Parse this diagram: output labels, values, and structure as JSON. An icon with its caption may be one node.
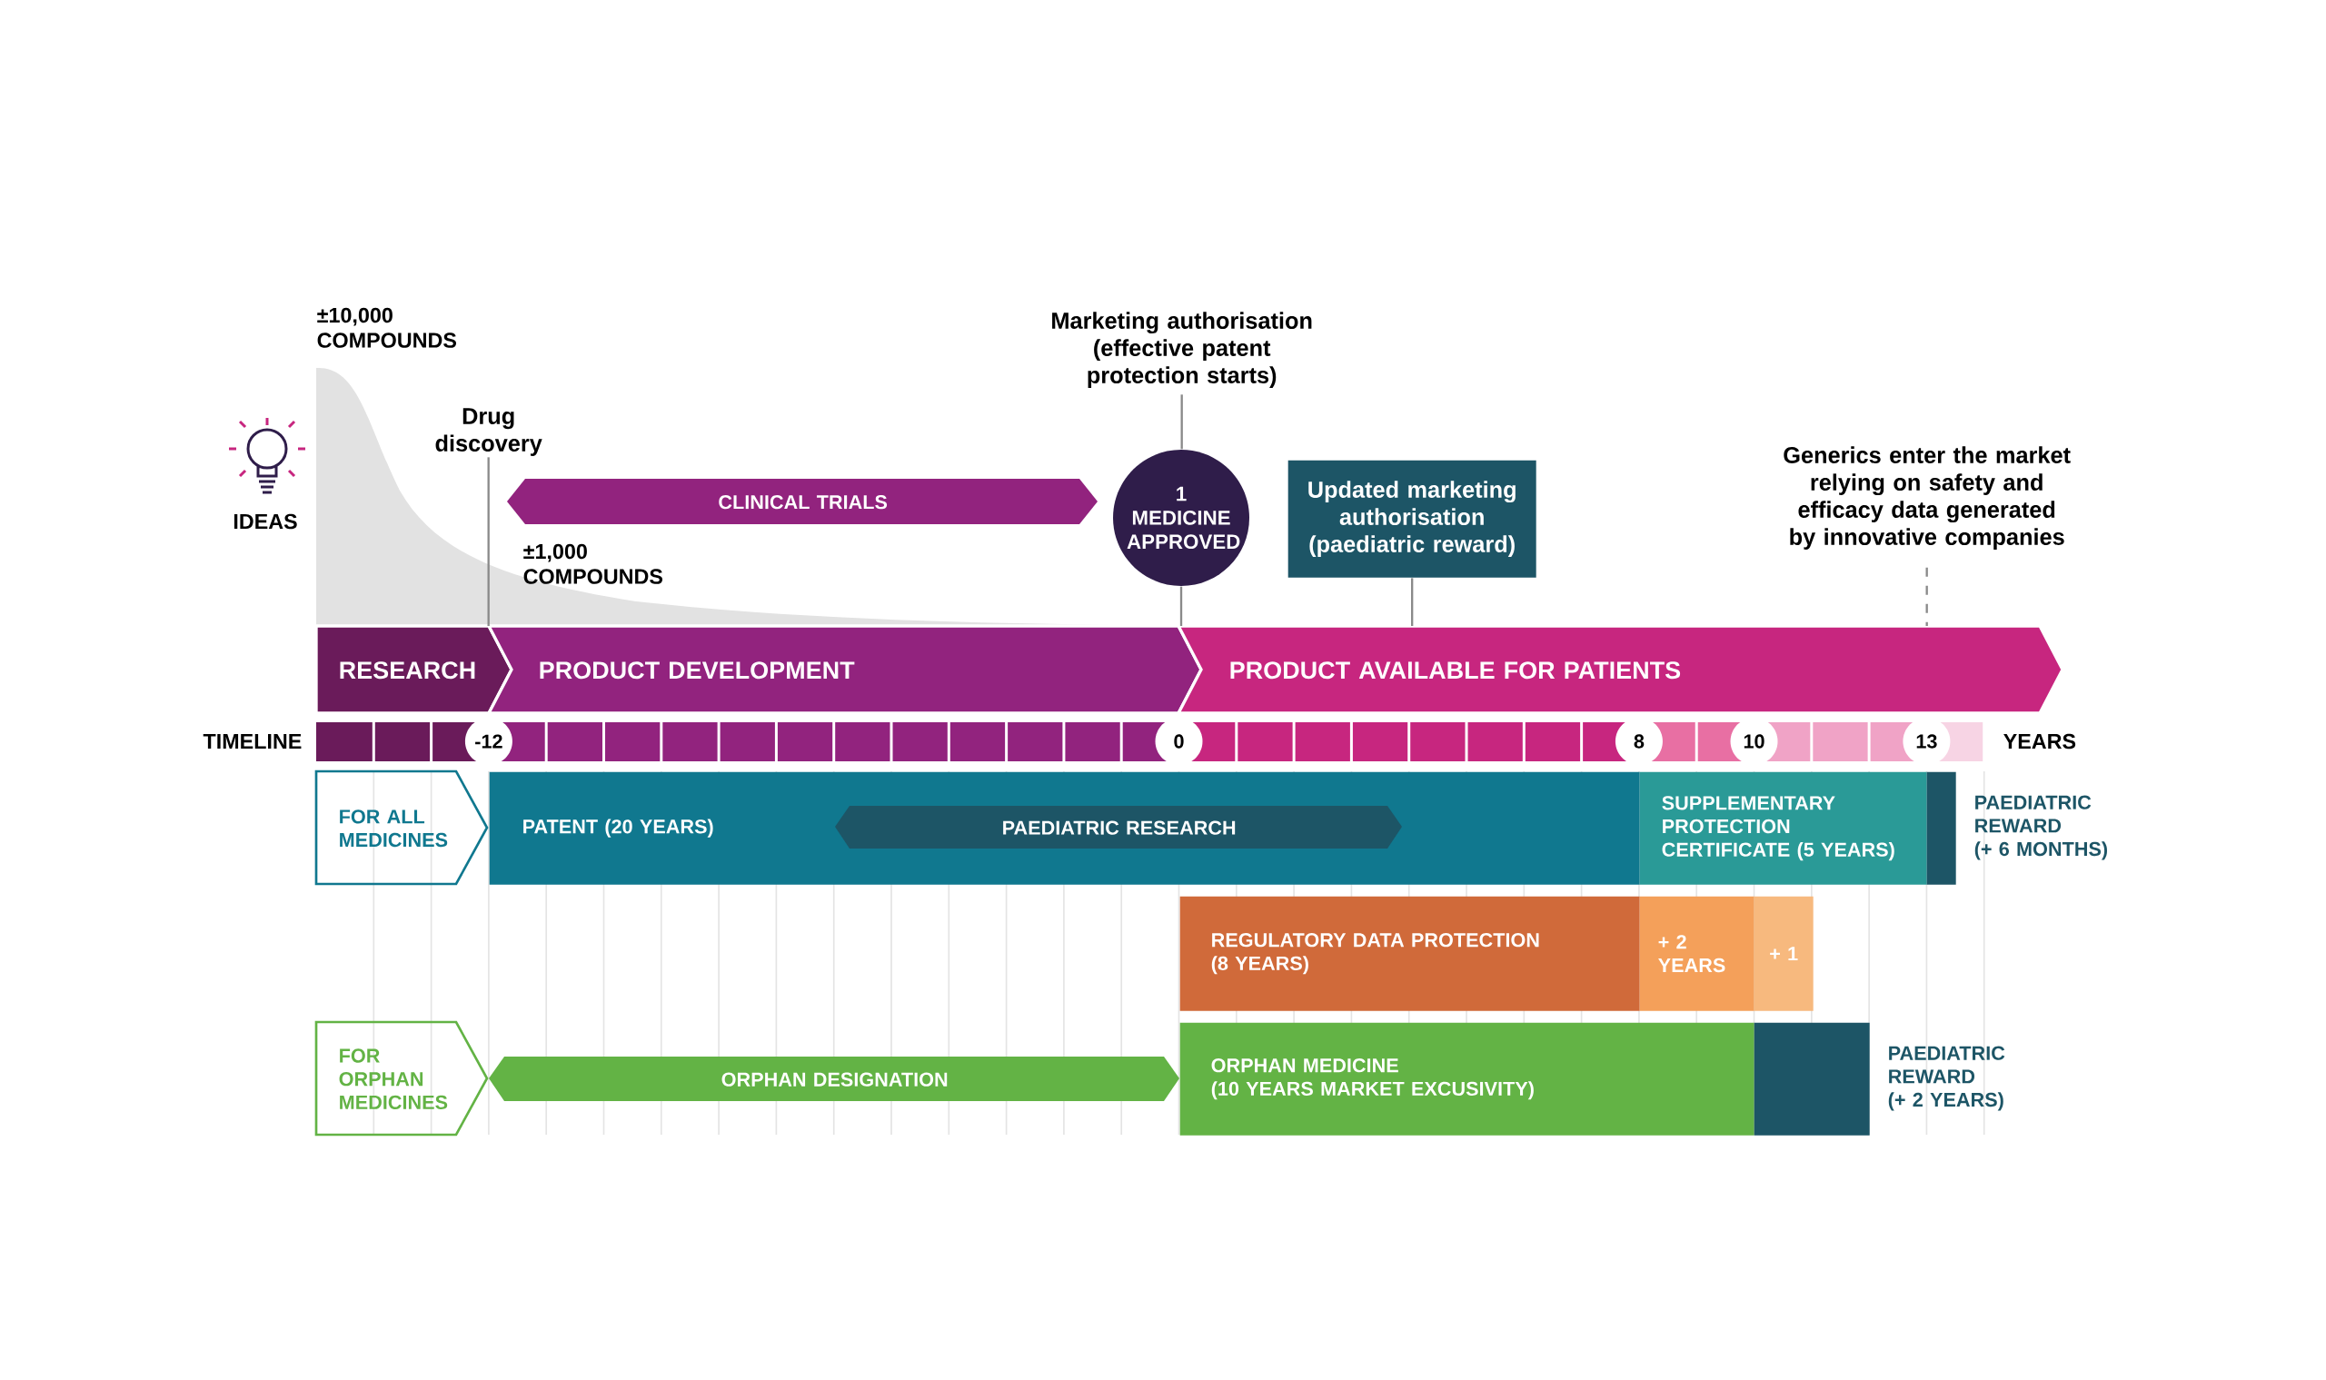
{
  "diagram": {
    "nodes": [
      {
        "text": [
          "Drug discovery"
        ]
      },
      {
        "text": [
          "Marketing authorisation (effective patent protection starts)"
        ]
      },
      {
        "text": [
          "CLINICAL TRIALS"
        ]
      },
      {
        "text": [
          "1 MEDICINE APPROVED"
        ]
      },
      {
        "text": [
          "Updated marketing authorisation (paediatric reward)"
        ]
      },
      {
        "text": [
          "Generics enter the market relying on safety and efficacy data generated by innovative companies"
        ]
      },
      {
        "text": [
          "RESEARCH"
        ]
      },
      {
        "text": [
          "PRODUCT DEVELOPMENT"
        ]
      },
      {
        "text": [
          "PRODUCT AVAILABLE FOR PATIENTS"
        ]
      },
      {
        "text": [
          "-12"
        ]
      },
      {
        "text": [
          "0"
        ]
      },
      {
        "text": [
          "8"
        ]
      },
      {
        "text": [
          "10"
        ]
      },
      {
        "text": [
          "13"
        ]
      },
      {
        "text": [
          "FOR ALL MEDICINES"
        ]
      },
      {
        "text": [
          "PATENT (20 YEARS)"
        ]
      },
      {
        "text": [
          "PAEDIATRIC RESEARCH"
        ],
        "in": 15
      },
      {
        "text": [
          "SUPPLEMENTARY PROTECTION CERTIFICATE (5 YEARS)"
        ]
      },
      {
        "text": [],
        "shape": "bar",
        "beside": [
          "PAEDIATRIC REWARD",
          "(+ 6 MONTHS)"
        ]
      },
      {
        "text": [
          "REGULATORY DATA PROTECTION",
          "(8 YEARS)"
        ]
      },
      {
        "text": [
          "+ 2 YEARS"
        ]
      },
      {
        "text": [
          "+ 1"
        ]
      },
      {
        "text": [
          "FOR ORPHAN MEDICINES"
        ]
      },
      {
        "text": [
          "ORPHAN DESIGNATION"
        ]
      },
      {
        "text": [
          "ORPHAN MEDICINE",
          "(10 YEARS MARKET EXCUSIVITY)"
        ]
      },
      {
        "text": [],
        "shape": "bar",
        "beside": [
          "PAEDIATRIC REWARD",
          "(+ 2 YEARS)"
        ]
      }
    ],
    "edges": [
      {
        "from": 0,
        "to": 7,
        "arrow": "none"
      },
      {
        "from": 1,
        "to": 3,
        "arrow": "none"
      },
      {
        "from": 3,
        "to": 8,
        "arrow": "none"
      },
      {
        "from": 4,
        "to": 8,
        "arrow": "none"
      },
      {
        "from": 5,
        "to": 8,
        "arrow": "none",
        "style": "dashed"
      }
    ],
    "labels": [
      "±10,000 COMPOUNDS",
      "IDEAS",
      "±1,000 COMPOUNDS",
      "TIMELINE",
      "YEARS"
    ]
  }
}
